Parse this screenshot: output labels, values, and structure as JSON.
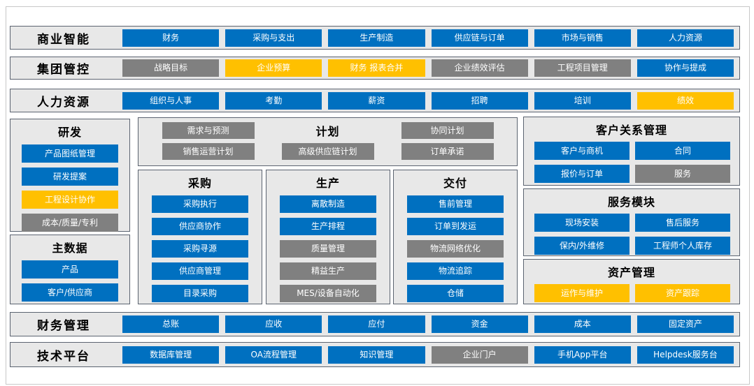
{
  "palette": {
    "blue": "#0070C0",
    "yellow": "#FFC000",
    "gray": "#808080",
    "panel_bg": "#E8E8E8",
    "panel_border": "#5B6370",
    "frame_border": "#C8C8C8",
    "button_text": "#FFFFFF",
    "title_text": "#000000"
  },
  "bands": [
    {
      "title": "商业智能",
      "buttons": [
        {
          "label": "财务",
          "color": "blue"
        },
        {
          "label": "采购与支出",
          "color": "blue"
        },
        {
          "label": "生产制造",
          "color": "blue"
        },
        {
          "label": "供应链与订单",
          "color": "blue"
        },
        {
          "label": "市场与销售",
          "color": "blue"
        },
        {
          "label": "人力资源",
          "color": "blue"
        }
      ]
    },
    {
      "title": "集团管控",
      "buttons": [
        {
          "label": "战略目标",
          "color": "gray"
        },
        {
          "label": "企业预算",
          "color": "yellow"
        },
        {
          "label": "财务 报表合并",
          "color": "yellow"
        },
        {
          "label": "企业绩效评估",
          "color": "gray"
        },
        {
          "label": "工程项目管理",
          "color": "gray"
        },
        {
          "label": "协作与提成",
          "color": "blue"
        }
      ]
    },
    {
      "title": "人力资源",
      "buttons": [
        {
          "label": "组织与人事",
          "color": "blue"
        },
        {
          "label": "考勤",
          "color": "blue"
        },
        {
          "label": "薪资",
          "color": "blue"
        },
        {
          "label": "招聘",
          "color": "blue"
        },
        {
          "label": "培训",
          "color": "blue"
        },
        {
          "label": "绩效",
          "color": "yellow"
        }
      ]
    },
    {
      "title": "财务管理",
      "buttons": [
        {
          "label": "总账",
          "color": "blue"
        },
        {
          "label": "应收",
          "color": "blue"
        },
        {
          "label": "应付",
          "color": "blue"
        },
        {
          "label": "资金",
          "color": "blue"
        },
        {
          "label": "成本",
          "color": "blue"
        },
        {
          "label": "固定资产",
          "color": "blue"
        }
      ]
    },
    {
      "title": "技术平台",
      "buttons": [
        {
          "label": "数据库管理",
          "color": "blue"
        },
        {
          "label": "OA流程管理",
          "color": "blue"
        },
        {
          "label": "知识管理",
          "color": "blue"
        },
        {
          "label": "企业门户",
          "color": "gray"
        },
        {
          "label": "手机App平台",
          "color": "blue"
        },
        {
          "label": "Helpdesk服务台",
          "color": "blue"
        }
      ]
    }
  ],
  "panels": {
    "rnd": {
      "title": "研发",
      "buttons": [
        {
          "label": "产品图纸管理",
          "color": "blue"
        },
        {
          "label": "研发提案",
          "color": "blue"
        },
        {
          "label": "工程设计协作",
          "color": "yellow"
        },
        {
          "label": "成本/质量/专利",
          "color": "gray"
        }
      ]
    },
    "master_data": {
      "title": "主数据",
      "buttons": [
        {
          "label": "产品",
          "color": "blue"
        },
        {
          "label": "客户/供应商",
          "color": "blue"
        }
      ]
    },
    "plan": {
      "title": "计划",
      "buttons": [
        {
          "label": "需求与预测",
          "color": "gray"
        },
        {
          "label": "协同计划",
          "color": "gray"
        },
        {
          "label": "销售运营计划",
          "color": "gray"
        },
        {
          "label": "高级供应链计划",
          "color": "gray"
        },
        {
          "label": "订单承诺",
          "color": "gray"
        }
      ]
    },
    "procurement": {
      "title": "采购",
      "buttons": [
        {
          "label": "采购执行",
          "color": "blue"
        },
        {
          "label": "供应商协作",
          "color": "blue"
        },
        {
          "label": "采购寻源",
          "color": "blue"
        },
        {
          "label": "供应商管理",
          "color": "blue"
        },
        {
          "label": "目录采购",
          "color": "blue"
        }
      ]
    },
    "production": {
      "title": "生产",
      "buttons": [
        {
          "label": "离散制造",
          "color": "blue"
        },
        {
          "label": "生产排程",
          "color": "blue"
        },
        {
          "label": "质量管理",
          "color": "gray"
        },
        {
          "label": "精益生产",
          "color": "gray"
        },
        {
          "label": "MES/设备自动化",
          "color": "gray"
        }
      ]
    },
    "delivery": {
      "title": "交付",
      "buttons": [
        {
          "label": "售前管理",
          "color": "blue"
        },
        {
          "label": "订单到发运",
          "color": "blue"
        },
        {
          "label": "物流网络优化",
          "color": "gray"
        },
        {
          "label": "物流追踪",
          "color": "blue"
        },
        {
          "label": "仓储",
          "color": "blue"
        }
      ]
    },
    "crm": {
      "title": "客户关系管理",
      "buttons": [
        {
          "label": "客户与商机",
          "color": "blue"
        },
        {
          "label": "合同",
          "color": "blue"
        },
        {
          "label": "报价与订单",
          "color": "blue"
        },
        {
          "label": "服务",
          "color": "gray"
        }
      ]
    },
    "service": {
      "title": "服务模块",
      "buttons": [
        {
          "label": "现场安装",
          "color": "blue"
        },
        {
          "label": "售后服务",
          "color": "blue"
        },
        {
          "label": "保内/外维修",
          "color": "blue"
        },
        {
          "label": "工程师个人库存",
          "color": "blue"
        }
      ]
    },
    "asset": {
      "title": "资产管理",
      "buttons": [
        {
          "label": "运作与维护",
          "color": "yellow"
        },
        {
          "label": "资产跟踪",
          "color": "yellow"
        }
      ]
    }
  }
}
